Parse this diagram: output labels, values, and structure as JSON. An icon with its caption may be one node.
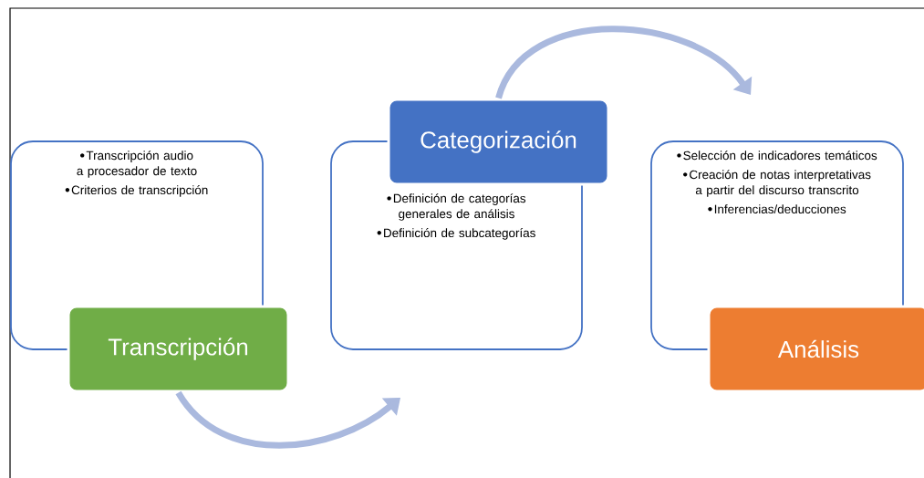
{
  "diagram": {
    "nodes": [
      {
        "text": [
          "Transcripción audio a procesador de texto",
          "Criterios de transcripción"
        ]
      },
      {
        "text": [
          "Transcripción"
        ]
      },
      {
        "text": [
          "Categorización"
        ]
      },
      {
        "text": [
          "Definición de categorías generales de análisis",
          "Definición de subcategorías"
        ]
      },
      {
        "text": [
          "Selección de indicadores temáticos",
          "Creación de notas interpretativas a partir del discurso transcrito",
          "Inferencias/deducciones"
        ]
      },
      {
        "text": [
          "Análisis"
        ]
      }
    ],
    "edges": [
      {
        "from": 1,
        "to": 3,
        "arrow": "to"
      },
      {
        "from": 2,
        "to": 4,
        "arrow": "to"
      }
    ]
  }
}
